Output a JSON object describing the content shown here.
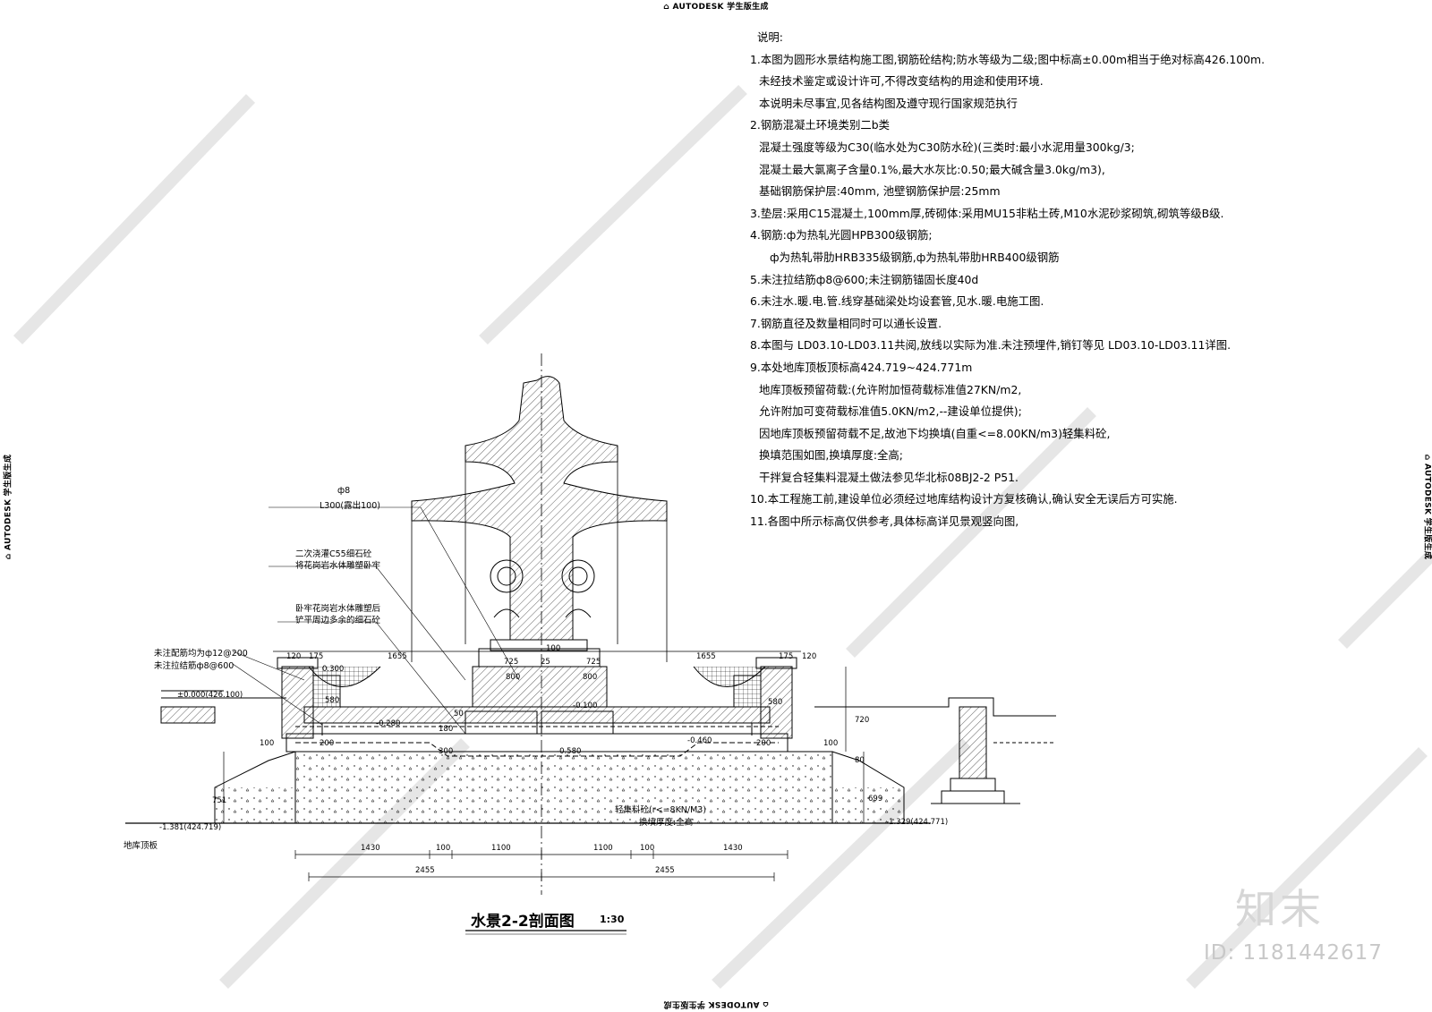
{
  "stamps": {
    "autodesk": "AUTODESK 学生版生成"
  },
  "notes": {
    "title": "说明:",
    "lines": [
      "1.本图为圆形水景结构施工图,钢筋砼结构;防水等级为二级;图中标高±0.00m相当于绝对标高426.100m.",
      "未经技术鉴定或设计许可,不得改变结构的用途和使用环境.",
      "本说明未尽事宜,见各结构图及遵守现行国家规范执行",
      "2.钢筋混凝土环境类别二b类",
      "混凝土强度等级为C30(临水处为C30防水砼)(三类时:最小水泥用量300kg/3;",
      "混凝土最大氯离子含量0.1%,最大水灰比:0.50;最大碱含量3.0kg/m3),",
      "基础钢筋保护层:40mm, 池壁钢筋保护层:25mm",
      "3.垫层:采用C15混凝土,100mm厚,砖砌体:采用MU15非粘土砖,M10水泥砂浆砌筑,砌筑等级B级.",
      "4.钢筋:ф为热轧光圆HPB300级钢筋;",
      "ф为热轧带肋HRB335级钢筋,ф为热轧带肋HRB400级钢筋",
      "5.未注拉结筋ф8@600;未注钢筋锚固长度40d",
      "6.未注水.暖.电.管.线穿基础梁处均设套管,见水.暖.电施工图.",
      "7.钢筋直径及数量相同时可以通长设置.",
      "8.本图与 LD03.10-LD03.11共阅,放线以实际为准.未注预埋件,销钉等见 LD03.10-LD03.11详图.",
      "9.本处地库顶板顶标高424.719~424.771m",
      "地库顶板预留荷载:(允许附加恒荷载标准值27KN/m2,",
      "允许附加可变荷载标准值5.0KN/m2,--建设单位提供);",
      "因地库顶板预留荷载不足,故池下均换填(自重<=8.00KN/m3)轻集料砼,",
      "换填范围如图,换填厚度:全高;",
      "干拌复合轻集料混凝土做法参见华北标08BJ2-2 P51.",
      "10.本工程施工前,建设单位必须经过地库结构设计方复核确认,确认安全无误后方可实施.",
      "11.各图中所示标高仅供参考,具体标高详见景观竖向图,"
    ]
  },
  "callouts": {
    "rebar": "ф8",
    "length": "L300(露出100)",
    "grout1": "二次浇灌C55细石砼",
    "grout2": "将花岗岩水体雕塑卧牢",
    "seat1": "卧牢花岗岩水体雕塑后",
    "seat2": "铲平周边多余的细石砼",
    "bars1": "未注配筋均为ф12@200",
    "bars2": "未注拉结筋ф8@600",
    "fill1": "轻集料砼(r<=8KN/M3)",
    "fill2": "换填厚度:全高",
    "roof": "地库顶板"
  },
  "elevations": {
    "zero": "±0.000(426.100)",
    "e030": "0.300",
    "e010": "-0.100",
    "e028": "-0.280",
    "e046": "-0.460",
    "e058": "-0.580",
    "left": "-1.381(424.719)",
    "right": "-1.329(424.771)"
  },
  "dims": {
    "d120": "120",
    "d50": "50",
    "d175": "175",
    "d1655": "1655",
    "d725": "725",
    "d25": "25",
    "d100": "100",
    "d800": "800",
    "d1430": "1430",
    "d1100": "1100",
    "d2455": "2455",
    "d580": "580",
    "d200": "200",
    "d180": "180",
    "d300": "300",
    "d751": "751",
    "d699": "699",
    "d720": "720",
    "d80": "80"
  },
  "caption": {
    "title": "水景2-2剖面图",
    "scale": "1:30"
  },
  "watermark": {
    "brand": "知末",
    "id": "ID: 1181442617"
  }
}
